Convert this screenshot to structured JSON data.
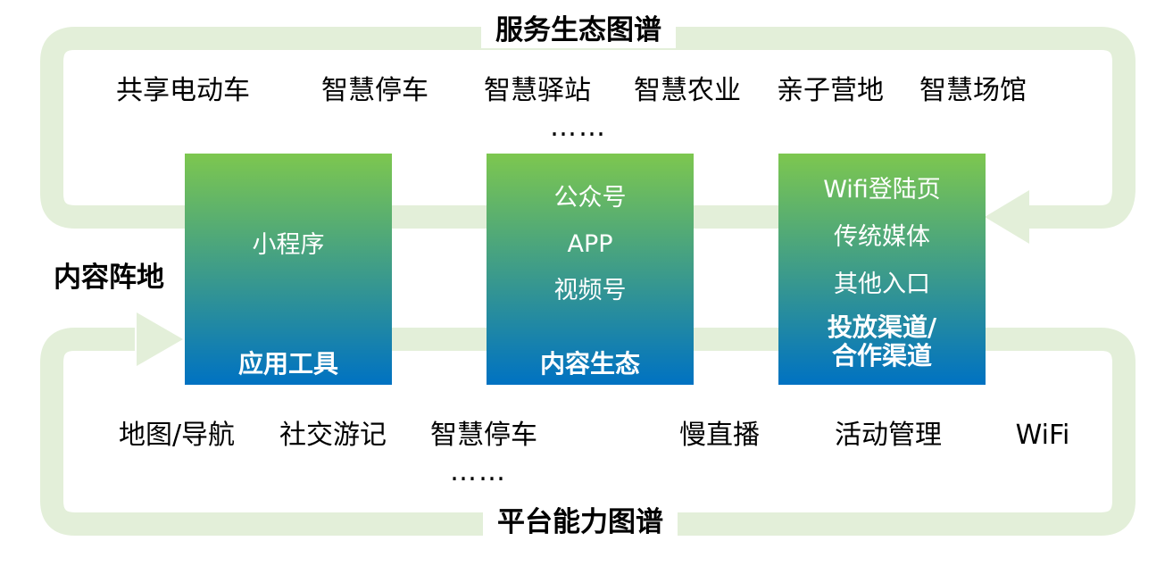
{
  "colors": {
    "loop_green": "#e3efd9",
    "box_gradient_top": "#7dc74f",
    "box_gradient_bottom": "#0072c2",
    "title_text": "#000000",
    "box_text": "#ffffff"
  },
  "top_section": {
    "title": "服务生态图谱",
    "items": [
      "共享电动车",
      "智慧停车",
      "智慧驿站",
      "智慧农业",
      "亲子营地",
      "智慧场馆"
    ],
    "ellipsis": "……"
  },
  "left_label": "内容阵地",
  "boxes": [
    {
      "items": [
        "小程序"
      ],
      "label_lines": [
        "应用工具"
      ]
    },
    {
      "items": [
        "公众号",
        "APP",
        "视频号"
      ],
      "label_lines": [
        "内容生态"
      ]
    },
    {
      "items": [
        "Wifi登陆页",
        "传统媒体",
        "其他入口"
      ],
      "label_lines": [
        "投放渠道/",
        "合作渠道"
      ]
    }
  ],
  "bottom_section": {
    "title": "平台能力图谱",
    "items": [
      "地图/导航",
      "社交游记",
      "智慧停车",
      "慢直播",
      "活动管理",
      "WiFi"
    ],
    "ellipsis": "……"
  }
}
